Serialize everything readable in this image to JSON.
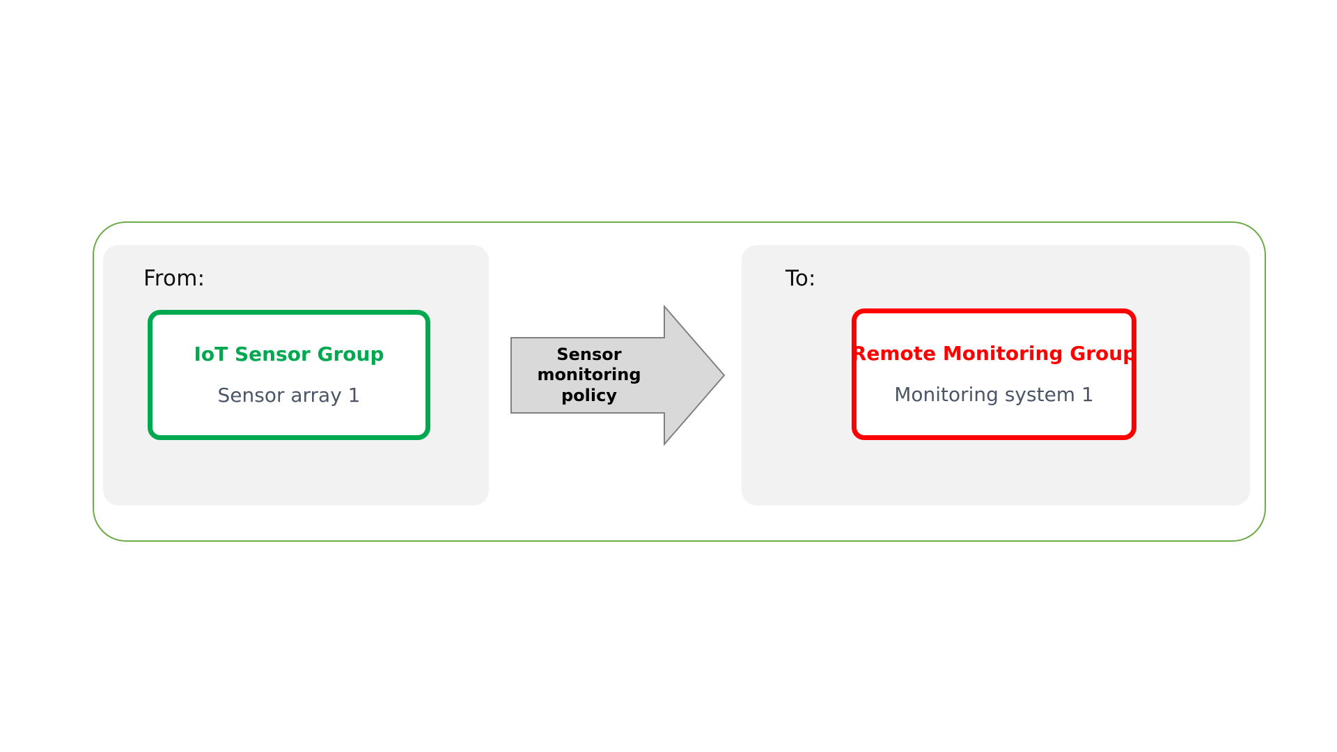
{
  "diagram": {
    "outline_color": "#6CAB47",
    "panel_background": "#F2F2F2",
    "from_panel": {
      "label": "From:",
      "entity": {
        "title": "IoT Sensor Group",
        "subtitle": "Sensor array 1",
        "accent_color": "#00A84F",
        "subtitle_color": "#4A5568"
      }
    },
    "to_panel": {
      "label": "To:",
      "entity": {
        "title": "Remote Monitoring Group",
        "subtitle": "Monitoring system 1",
        "accent_color": "#FF0000",
        "subtitle_color": "#4A5568"
      }
    },
    "arrow": {
      "label": "Sensor monitoring policy",
      "fill_color": "#D9D9D9",
      "stroke_color": "#808080",
      "direction": "right"
    }
  }
}
